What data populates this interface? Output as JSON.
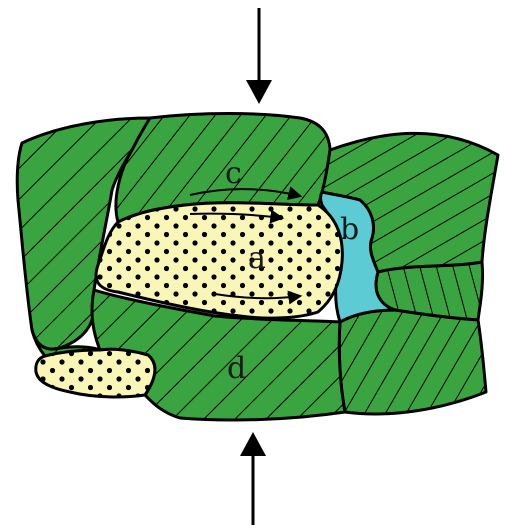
{
  "diagram": {
    "labels": {
      "a": "a",
      "b": "b",
      "c": "c",
      "d": "d"
    },
    "colors": {
      "background": "#ffffff",
      "green_grain": "#3aa540",
      "pale_grain": "#faf6b8",
      "cyan_grain": "#5ccbd3",
      "stroke": "#000000"
    },
    "icons": {
      "top_arrow": "down-arrow-icon",
      "bottom_arrow": "up-arrow-icon",
      "flow_arrows": "right-arrow-icon"
    }
  }
}
